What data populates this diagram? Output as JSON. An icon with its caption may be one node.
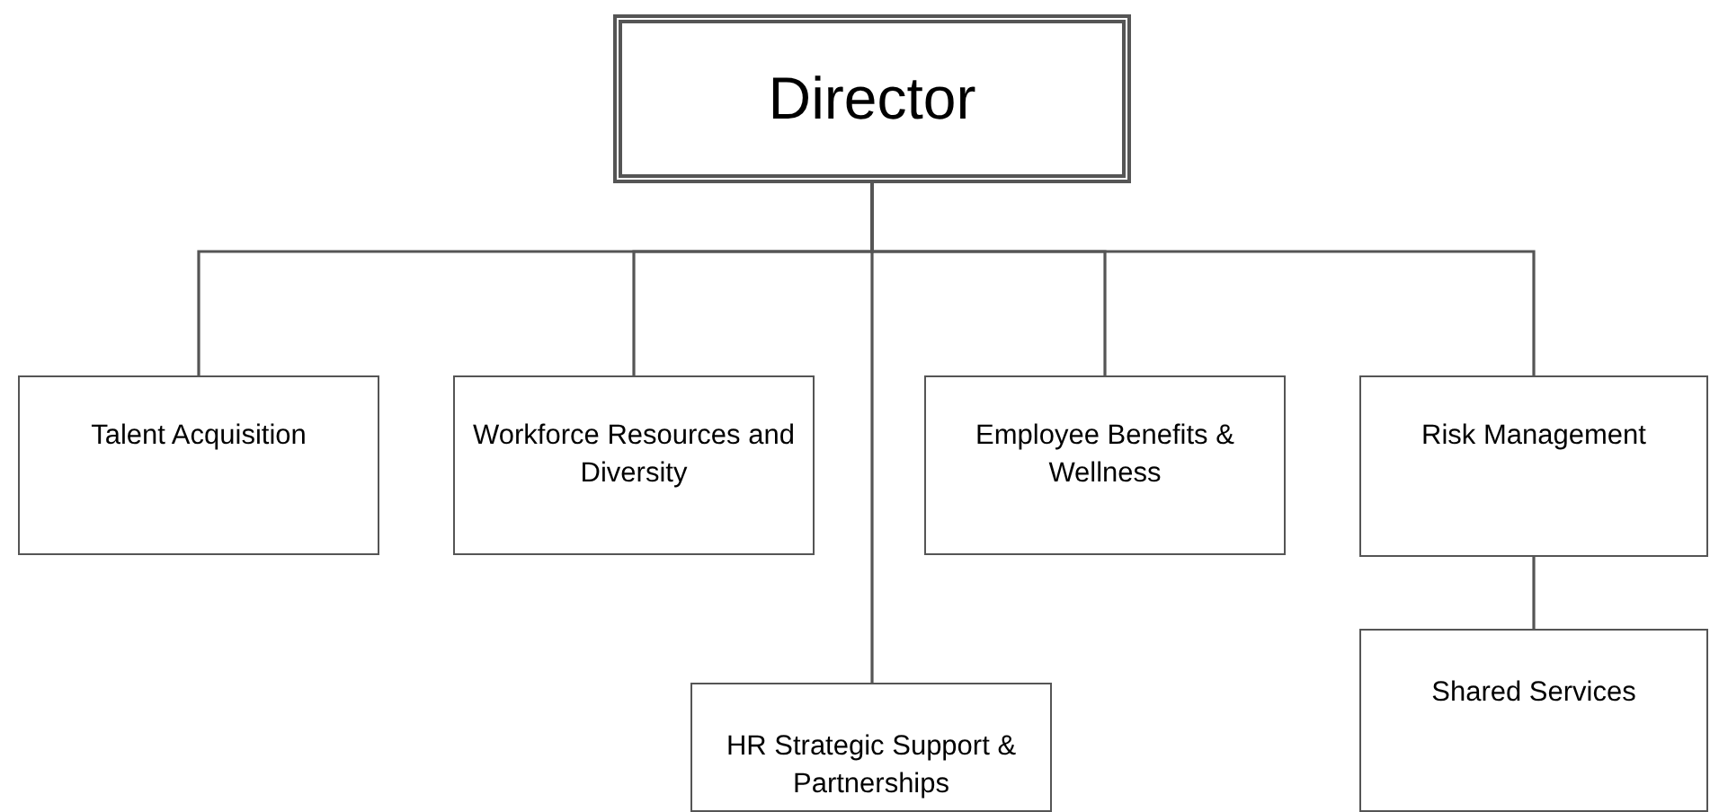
{
  "diagram": {
    "nodes": [
      {
        "text": [
          "Director"
        ]
      },
      {
        "text": [
          "Talent Acquisition"
        ]
      },
      {
        "text": [
          "Workforce Resources and Diversity"
        ]
      },
      {
        "text": [
          "HR Strategic Support & Partnerships"
        ]
      },
      {
        "text": [
          "Employee Benefits & Wellness"
        ]
      },
      {
        "text": [
          "Risk Management"
        ]
      },
      {
        "text": [
          "Shared Services"
        ]
      }
    ],
    "edges": [
      {
        "from": 0,
        "to": 1,
        "arrow": "none"
      },
      {
        "from": 0,
        "to": 2,
        "arrow": "none"
      },
      {
        "from": 0,
        "to": 3,
        "arrow": "none"
      },
      {
        "from": 0,
        "to": 4,
        "arrow": "none"
      },
      {
        "from": 0,
        "to": 5,
        "arrow": "none"
      },
      {
        "from": 5,
        "to": 6,
        "arrow": "none"
      }
    ]
  }
}
